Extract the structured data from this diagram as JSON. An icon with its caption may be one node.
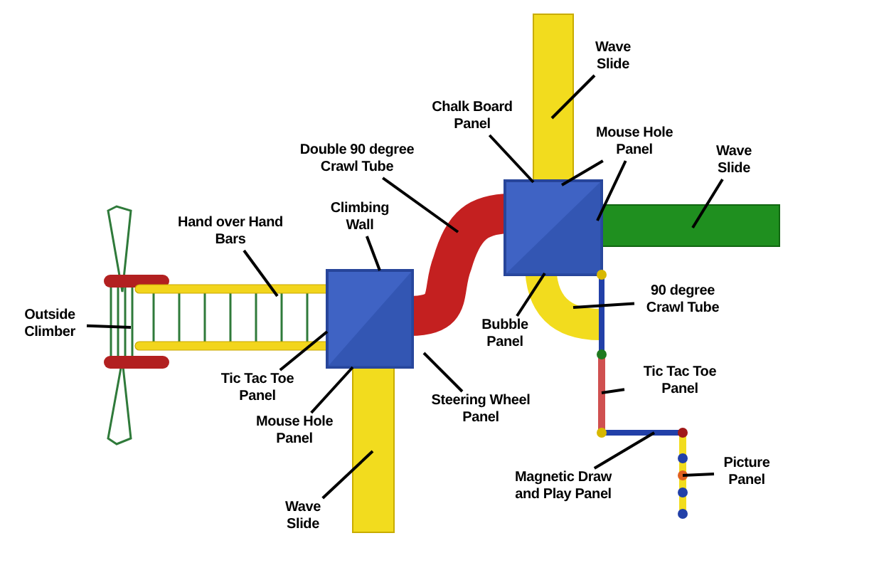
{
  "diagram": {
    "nodes": [
      {
        "text": [
          "Wave Slide"
        ]
      },
      {
        "text": [
          "Chalk Board Panel"
        ]
      },
      {
        "text": [
          "Mouse Hole Panel"
        ]
      },
      {
        "text": [
          "Double 90 degree Crawl Tube"
        ]
      },
      {
        "text": [
          "Wave Slide"
        ]
      },
      {
        "text": [
          "Climbing Wall"
        ]
      },
      {
        "text": [
          "Hand over Hand Bars"
        ]
      },
      {
        "text": [
          "90 degree Crawl Tube"
        ]
      },
      {
        "text": [
          "Outside Climber"
        ]
      },
      {
        "text": [
          "Bubble Panel"
        ]
      },
      {
        "text": [
          "Tic Tac Toe Panel"
        ]
      },
      {
        "text": [
          "Tic Tac Toe Panel"
        ]
      },
      {
        "text": [
          "Steering Wheel Panel"
        ]
      },
      {
        "text": [
          "Mouse Hole Panel"
        ]
      },
      {
        "text": [
          "Magnetic Draw and Play Panel"
        ]
      },
      {
        "text": [
          "Picture Panel"
        ]
      },
      {
        "text": [
          "Wave Slide"
        ]
      }
    ],
    "edges": [
      {
        "from": 0,
        "to": null,
        "arrow": "none"
      },
      {
        "from": 1,
        "to": null,
        "arrow": "none"
      },
      {
        "from": 2,
        "to": null,
        "arrow": "none"
      },
      {
        "from": 2,
        "to": null,
        "arrow": "none"
      },
      {
        "from": 3,
        "to": null,
        "arrow": "none"
      },
      {
        "from": 4,
        "to": null,
        "arrow": "none"
      },
      {
        "from": 5,
        "to": null,
        "arrow": "none"
      },
      {
        "from": 6,
        "to": null,
        "arrow": "none"
      },
      {
        "from": 7,
        "to": null,
        "arrow": "none"
      },
      {
        "from": 8,
        "to": null,
        "arrow": "none"
      },
      {
        "from": 9,
        "to": null,
        "arrow": "none"
      },
      {
        "from": 10,
        "to": null,
        "arrow": "none"
      },
      {
        "from": 11,
        "to": null,
        "arrow": "none"
      },
      {
        "from": 12,
        "to": null,
        "arrow": "none"
      },
      {
        "from": 13,
        "to": null,
        "arrow": "none"
      },
      {
        "from": 14,
        "to": null,
        "arrow": "none"
      },
      {
        "from": 15,
        "to": null,
        "arrow": "none"
      },
      {
        "from": 16,
        "to": null,
        "arrow": "none"
      }
    ]
  }
}
